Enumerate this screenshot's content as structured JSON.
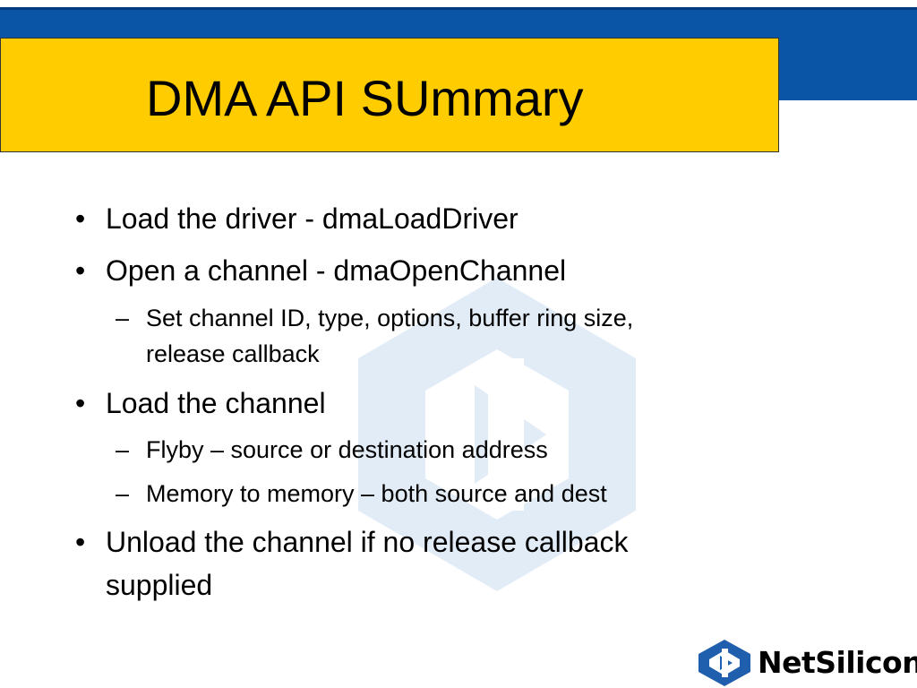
{
  "slide": {
    "title": "DMA API SUmmary",
    "bullets": [
      {
        "marker": "•",
        "text": "Load the driver - dmaLoadDriver"
      },
      {
        "marker": "•",
        "text": "Open a channel - dmaOpenChannel"
      },
      {
        "marker": "–",
        "text": "Set channel ID, type, options, buffer ring size,"
      },
      {
        "marker": "",
        "text": "release callback"
      },
      {
        "marker": "•",
        "text": "Load the channel"
      },
      {
        "marker": "–",
        "text": "Flyby – source or destination address"
      },
      {
        "marker": "–",
        "text": "Memory to memory – both source and dest"
      },
      {
        "marker": "•",
        "text": "Unload the channel if no release callback"
      },
      {
        "marker": "",
        "text": "supplied"
      }
    ]
  },
  "logo": {
    "text": "NetSilicon",
    "icon": "netsilicon-logo-icon"
  },
  "colors": {
    "band": "#0a55a5",
    "title_box": "#ffcc00",
    "watermark": "#e2ecf7",
    "logo_blue": "#1f5fae"
  }
}
